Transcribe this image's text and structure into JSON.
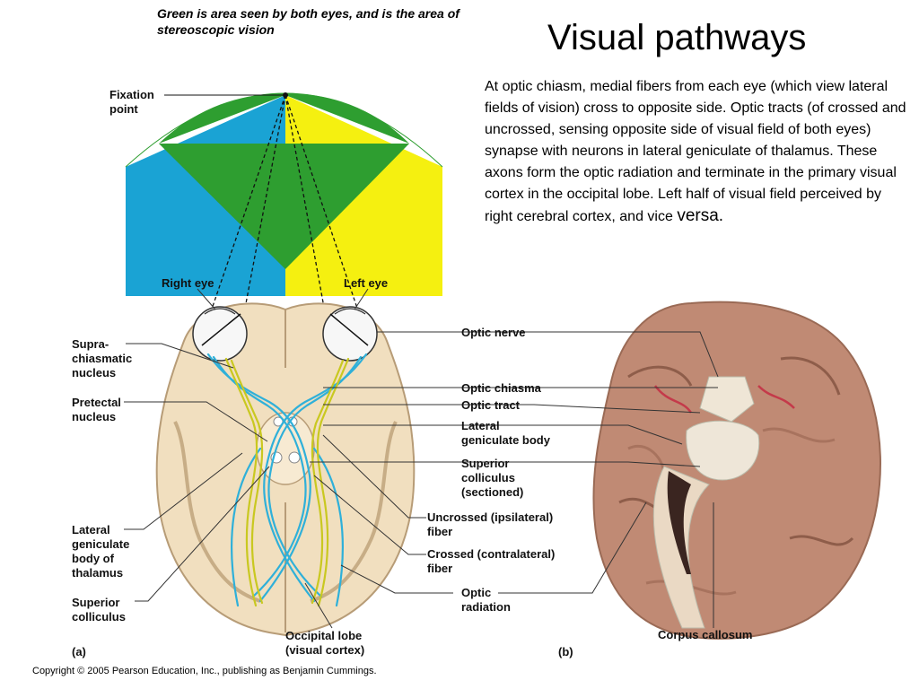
{
  "top_note": "Green is area seen by both eyes, and is the area of stereoscopic vision",
  "title": "Visual pathways",
  "description_main": "At optic chiasm, medial fibers from each eye (which view lateral fields of vision) cross to opposite side. Optic tracts (of crossed and uncrossed, sensing opposite side of visual field of both eyes) synapse with neurons in lateral geniculate of thalamus. These axons form the optic radiation and terminate in the primary visual cortex in the occipital lobe. Left half of visual field perceived by right cerebral cortex, and vice",
  "description_end": "versa.",
  "labels": {
    "fixation_point": [
      "Fixation",
      "point"
    ],
    "right_eye": "Right eye",
    "left_eye": "Left eye",
    "suprachiasmatic": [
      "Supra-",
      "chiasmatic",
      "nucleus"
    ],
    "pretectal": [
      "Pretectal",
      "nucleus"
    ],
    "lateral_geniculate_thalamus": [
      "Lateral",
      "geniculate",
      "body of",
      "thalamus"
    ],
    "superior_colliculus_a": [
      "Superior",
      "colliculus"
    ],
    "occipital_lobe": [
      "Occipital lobe",
      "(visual cortex)"
    ],
    "panel_a": "(a)",
    "panel_b": "(b)",
    "optic_nerve": "Optic nerve",
    "optic_chiasma": "Optic chiasma",
    "optic_tract": "Optic tract",
    "lateral_geniculate_b": [
      "Lateral",
      "geniculate body"
    ],
    "superior_colliculus_b": [
      "Superior",
      "colliculus",
      "(sectioned)"
    ],
    "uncrossed_fiber": [
      "Uncrossed (ipsilateral)",
      "fiber"
    ],
    "crossed_fiber": [
      "Crossed (contralateral)",
      "fiber"
    ],
    "optic_radiation": [
      "Optic",
      "radiation"
    ],
    "corpus_callosum": "Corpus callosum"
  },
  "copyright": "Copyright © 2005 Pearson Education, Inc., publishing as Benjamin Cummings.",
  "colors": {
    "binocular_field": "#2e9e30",
    "right_eye_field": "#1aa3d4",
    "left_eye_field": "#f5f010",
    "brain_tissue": "#f1dfbf",
    "fiber_blue": "#2fb0d9",
    "fiber_yellow": "#c9c820",
    "specimen": "#c08a74"
  }
}
